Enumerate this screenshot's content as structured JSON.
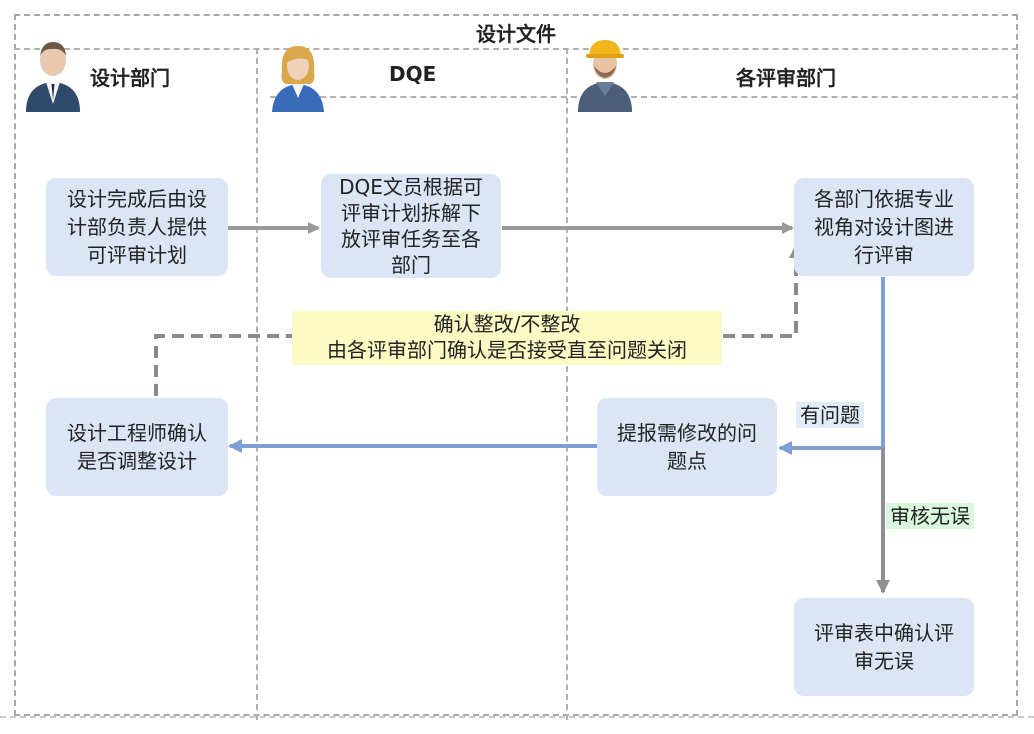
{
  "title": "设计文件",
  "lanes": [
    {
      "name": "设计部门",
      "avatar": "businessman-avatar"
    },
    {
      "name": "DQE",
      "avatar": "businesswoman-avatar"
    },
    {
      "name": "各评审部门",
      "avatar": "worker-hardhat-avatar"
    }
  ],
  "boxes": {
    "design_plan": {
      "lines": [
        "设计完成后由设",
        "计部负责人提供",
        "可评审计划"
      ]
    },
    "dqe_task": {
      "lines": [
        "DQE文员根据可",
        "评审计划拆解下",
        "放评审任务至各",
        "部门"
      ]
    },
    "dept_review": {
      "lines": [
        "各部门依据专业",
        "视角对设计图进",
        "行评审"
      ]
    },
    "issue_points": {
      "lines": [
        "提报需修改的问",
        "题点"
      ]
    },
    "engineer_confirm": {
      "lines": [
        "设计工程师确认",
        "是否调整设计"
      ]
    },
    "review_ok": {
      "lines": [
        "评审表中确认评",
        "审无误"
      ]
    }
  },
  "note": {
    "lines": [
      "确认整改/不整改",
      "由各评审部门确认是否接受直至问题关闭"
    ]
  },
  "labels": {
    "has_issue": "有问题",
    "no_error": "审核无误"
  },
  "colors": {
    "box_fill": "#dbe5f5",
    "blue_arrow": "#7e9fd6",
    "gray_arrow": "#999999",
    "note_fill": "#fdfbc4",
    "green_label": "#d9f7dd"
  }
}
